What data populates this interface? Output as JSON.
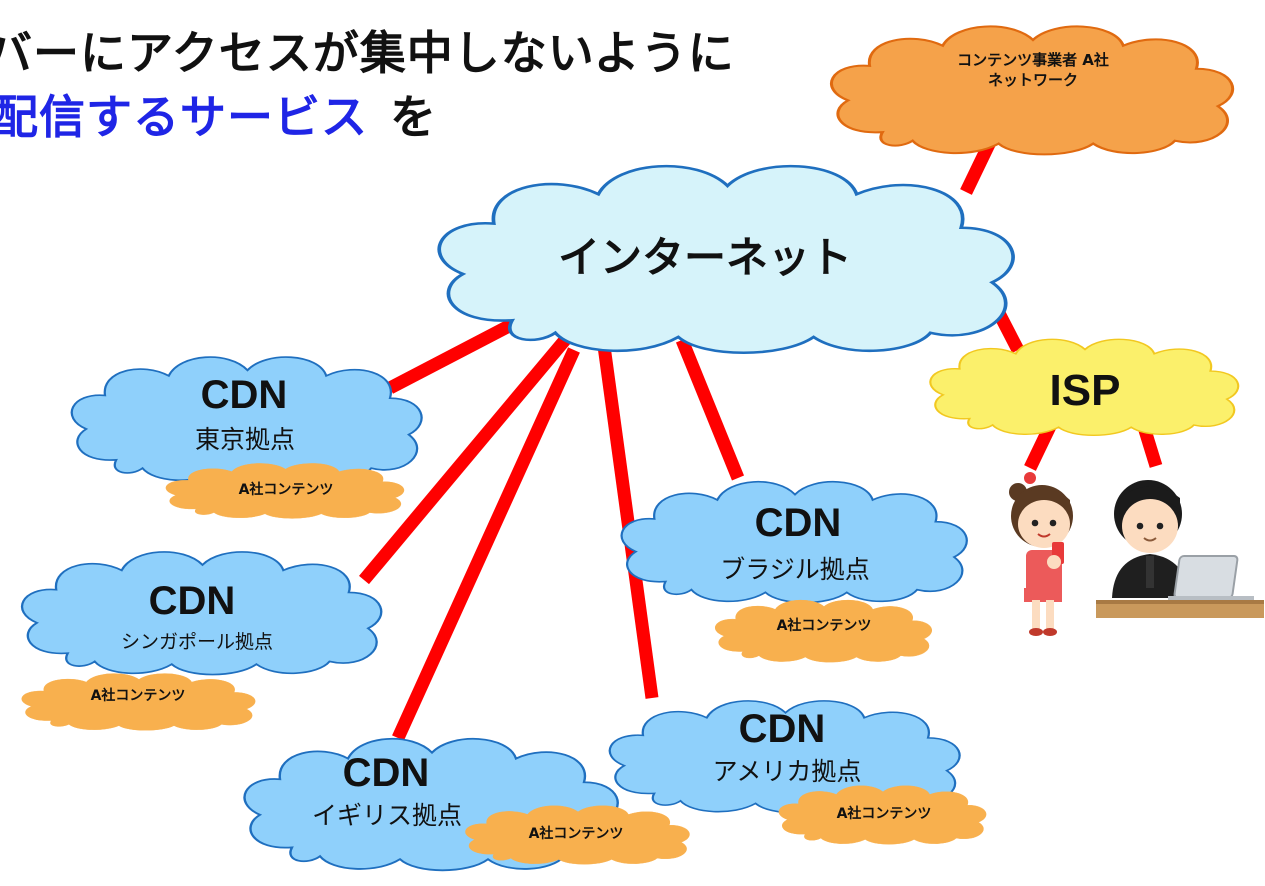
{
  "headline": {
    "line1": "バーにアクセスが集中しないように",
    "line2_highlight": "配信するサービス",
    "line2_suffix": "を"
  },
  "provider_network": {
    "line1": "コンテンツ事業者 A社",
    "line2": "ネットワーク"
  },
  "internet": {
    "label": "インターネット"
  },
  "isp": {
    "label": "ISP"
  },
  "cdn_nodes": [
    {
      "label": "CDN",
      "site": "東京拠点",
      "content": "A社コンテンツ"
    },
    {
      "label": "CDN",
      "site": "シンガポール拠点",
      "content": "A社コンテンツ"
    },
    {
      "label": "CDN",
      "site": "イギリス拠点",
      "content": "A社コンテンツ"
    },
    {
      "label": "CDN",
      "site": "アメリカ拠点",
      "content": "A社コンテンツ"
    },
    {
      "label": "CDN",
      "site": "ブラジル拠点",
      "content": "A社コンテンツ"
    }
  ],
  "colors": {
    "headline_text": "#111111",
    "headline_highlight": "#1f25e6",
    "cloud_blue_fill": "#8fd0fb",
    "cloud_blue_stroke": "#1f6fbf",
    "internet_fill": "#d6f3fa",
    "cloud_orange_fill": "#f5a24a",
    "cloud_orange_stroke": "#e06a10",
    "content_fill": "#f8b04e",
    "isp_fill": "#fbf06b",
    "isp_stroke": "#f2c820",
    "link": "#ff0000"
  }
}
